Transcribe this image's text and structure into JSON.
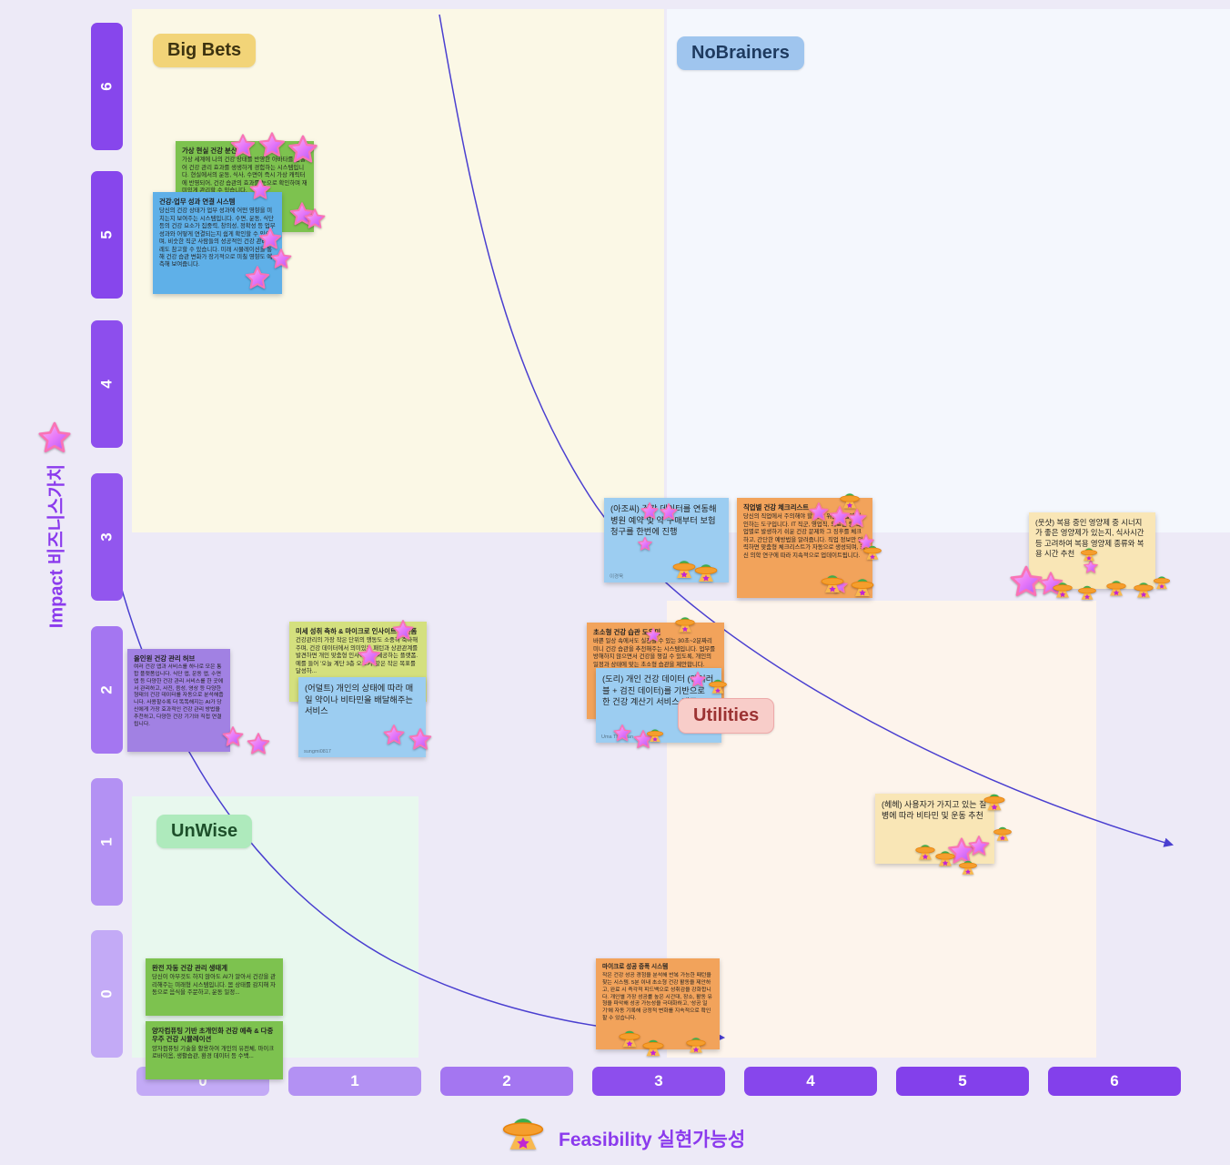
{
  "axes": {
    "y": {
      "label": "Impact 비즈니스가치",
      "ticks": [
        "6",
        "5",
        "4",
        "3",
        "2",
        "1",
        "0"
      ]
    },
    "x": {
      "label": "Feasibility 실현가능성",
      "ticks": [
        "0",
        "1",
        "2",
        "3",
        "4",
        "5",
        "6"
      ]
    }
  },
  "quadrants": {
    "big_bets": {
      "label": "Big Bets",
      "color": "#f2d478"
    },
    "nobrainers": {
      "label": "NoBrainers",
      "color": "#9fc5ee"
    },
    "unwise": {
      "label": "UnWise",
      "color": "#aeeabc"
    },
    "utilities": {
      "label": "Utilities",
      "color": "#f8cdc9"
    }
  },
  "icons": {
    "star-sticker": "★",
    "ufo-sticker": "🛸"
  },
  "notes": [
    {
      "color": "green",
      "title": "가상 현실 건강 분신",
      "body": "가상 세계에 나의 건강 상태를 반영한 아바타를 만들어 건강 관리 효과를 생생하게 경험하는 시스템입니다. 현실에서의 운동, 식사, 수면이 즉시 가상 캐릭터에 반영되어, 건강 습관의 효과를 눈으로 확인하며 재미있게 관리할 수 있습니다."
    },
    {
      "color": "deepblue",
      "title": "건강-업무 성과 연결 시스템",
      "body": "당신의 건강 상태가 업무 성과에 어떤 영향을 미치는지 보여주는 시스템입니다. 수면, 운동, 식단 등의 건강 요소가 집중력, 창의성, 정확성 등 업무 성과와 어떻게 연결되는지 쉽게 확인할 수 있으며, 비슷한 직군 사람들의 성공적인 건강 관리 사례도 참고할 수 있습니다. 미래 시뮬레이션을 통해 건강 습관 변화가 장기적으로 미칠 영향도 예측해 보여줍니다."
    },
    {
      "color": "purple",
      "title": "올인원 건강 관리 허브",
      "body": "여러 건강 앱과 서비스를 하나로 모은 통합 플랫폼입니다. 식단 앱, 운동 앱, 수면 앱 등 다양한 건강 관리 서비스를 한 곳에서 관리하고, 사진, 음성, 영상 등 다양한 형태의 건강 데이터를 자동으로 분석해줍니다. 사용할수록 더 똑똑해지는 AI가 당신에게 가장 효과적인 건강 관리 방법을 추천하고, 다양한 건강 기기와 직접 연결됩니다."
    },
    {
      "color": "yellowgreen",
      "title": "미세 성취 축하 & 마이크로 인사이트 플랫폼",
      "body": "건강관리의 가장 작은 단위의 행동도 소중히 축하해주며, 건강 데이터에서 의미있는 패턴과 상관관계를 발견하면 개인 맞춤형 인사이트를 제공하는 플랫폼. 예를 들어 '오늘 계단 3층 오르기' 같은 작은 목표를 달성하..."
    },
    {
      "color": "lightblue",
      "body": "(어덜트) 개인의 상태에 따라 매일 약이나 비타민을 배달해주는 서비스",
      "author": "sungmi0817"
    },
    {
      "color": "lightblue",
      "body": "(아조씨) 건강 데이터를 연동해 병원 예약 및 약 구매부터 보험 청구를 한번에 진행",
      "author": "이경욱"
    },
    {
      "color": "orange",
      "title": "직업별 건강 체크리스트",
      "body": "당신의 직업에서 주의해야 할 건강 위험을 쉽게 확인하는 도구입니다. IT 직군, 영업직, 의료인 등 직업별로 발생하기 쉬운 건강 문제와 그 징후를 체크하고, 간단한 예방법을 알려줍니다. 직업 정보만 입력하면 맞춤형 체크리스트가 자동으로 생성되며, 최신 의학 연구에 따라 지속적으로 업데이트됩니다."
    },
    {
      "color": "paleyellow",
      "body": "(웃샷) 복용 중인 영양제 중 시너지가 좋은 영양제가 있는지, 식사시간 등 고려하여 복용 영양제 종류와 복용 시간 추천"
    },
    {
      "color": "orange",
      "title": "초소형 건강 습관 도우미",
      "body": "바쁜 일상 속에서도 실천할 수 있는 30초~2분짜리 미니 건강 습관을 추천해주는 시스템입니다. 업무를 방해하지 않으면서 건강을 챙길 수 있도록, 개인의 일정과 상태에 맞는 초소형 습관을 제안합니다."
    },
    {
      "color": "lightblue",
      "body": "(도리) 개인 건강 데이터 (웨어러블 + 검진 데이터)를 기반으로 한 건강 계산기 서비스 제공",
      "author": "Uma Thurman"
    },
    {
      "color": "paleyellow",
      "body": "(헤헤) 사용자가 가지고 있는 질병에 따라 비타민 및 운동 추천"
    },
    {
      "color": "green",
      "title": "완전 자동 건강 관리 생태계",
      "body": "당신이 아무것도 하지 않아도 AI가 알아서 건강을 관리해주는 미래형 시스템입니다. 몸 상태를 감지해 자동으로 음식을 주문하고, 운동 일정..."
    },
    {
      "color": "green",
      "title": "양자컴퓨팅 기반 초개인화 건강 예측 & 다중우주 건강 시뮬레이션",
      "body": "양자컴퓨팅 기술을 활용하여 개인의 유전체, 마이크로바이옴, 생활습관, 환경 데이터 등 수백..."
    },
    {
      "color": "orange",
      "title": "마이크로 성공 증폭 시스템",
      "body": "작은 건강 성공 경험을 분석해 반복 가능한 패턴을 찾는 시스템. 5분 이내 초소형 건강 활동을 제안하고, 완료 시 즉각적 피드백으로 성취감을 강화합니다. 개인별 가장 성공률 높은 시간대, 장소, 활동 유형을 파악해 성공 가능성을 극대화하고, '성공 일기'에 자동 기록해 긍정적 변화를 지속적으로 확인할 수 있습니다."
    }
  ]
}
